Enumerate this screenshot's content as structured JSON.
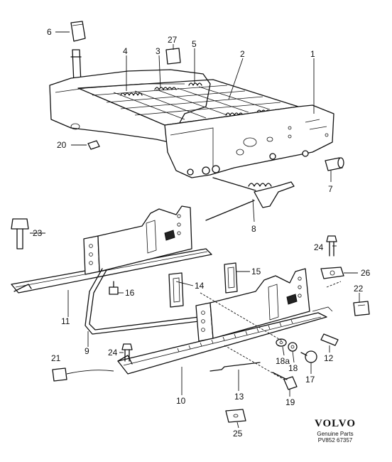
{
  "callouts": {
    "c1": "1",
    "c2": "2",
    "c3": "3",
    "c4": "4",
    "c5": "5",
    "c6": "6",
    "c7": "7",
    "c8": "8",
    "c9": "9",
    "c10": "10",
    "c11": "11",
    "c12": "12",
    "c13": "13",
    "c14": "14",
    "c15": "15",
    "c16": "16",
    "c17": "17",
    "c18": "18",
    "c18a": "18a",
    "c19": "19",
    "c20": "20",
    "c21": "21",
    "c22": "22",
    "c23": "23",
    "c24a": "24",
    "c24b": "24",
    "c25": "25",
    "c26": "26",
    "c27": "27"
  },
  "brand": {
    "name": "VOLVO",
    "tagline": "Genuine Parts",
    "code": "PV852 67357"
  }
}
